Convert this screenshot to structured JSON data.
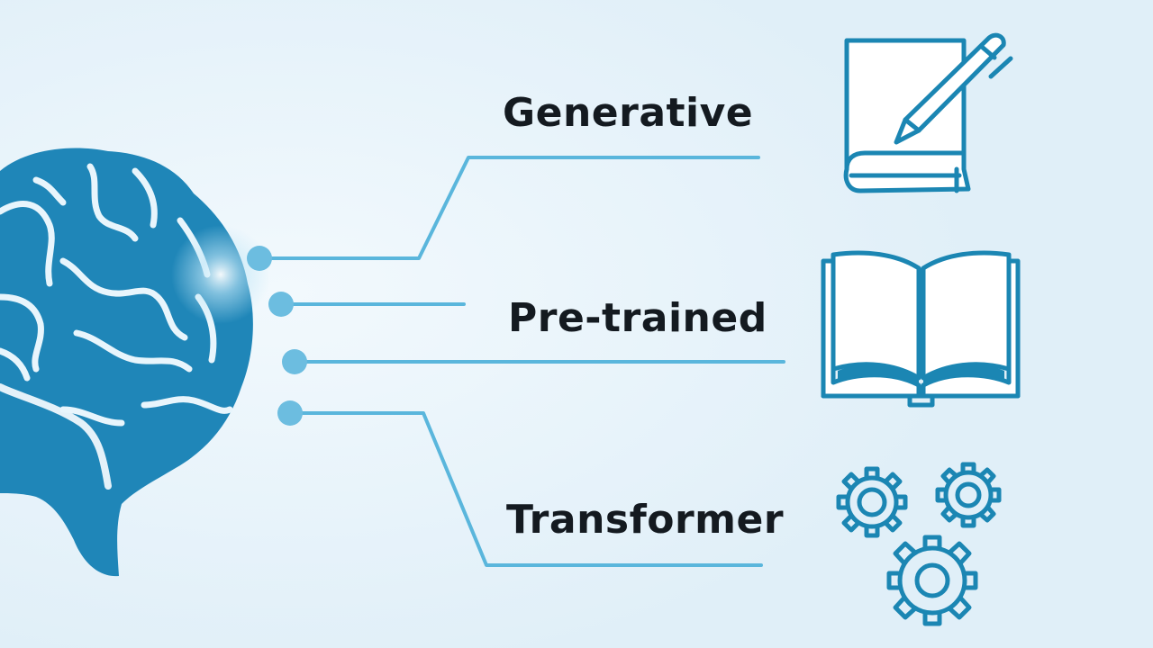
{
  "terms": [
    {
      "label": "Generative",
      "icon": "pen-and-notebook-icon"
    },
    {
      "label": "Pre-trained",
      "icon": "open-book-icon"
    },
    {
      "label": "Transformer",
      "icon": "gears-icon"
    }
  ],
  "source_icon": "brain-icon",
  "colors": {
    "background": "#e4f1f9",
    "brain": "#1f86b8",
    "line": "#5ab6dc",
    "icon_stroke": "#1b86b3",
    "text": "#141a20"
  }
}
